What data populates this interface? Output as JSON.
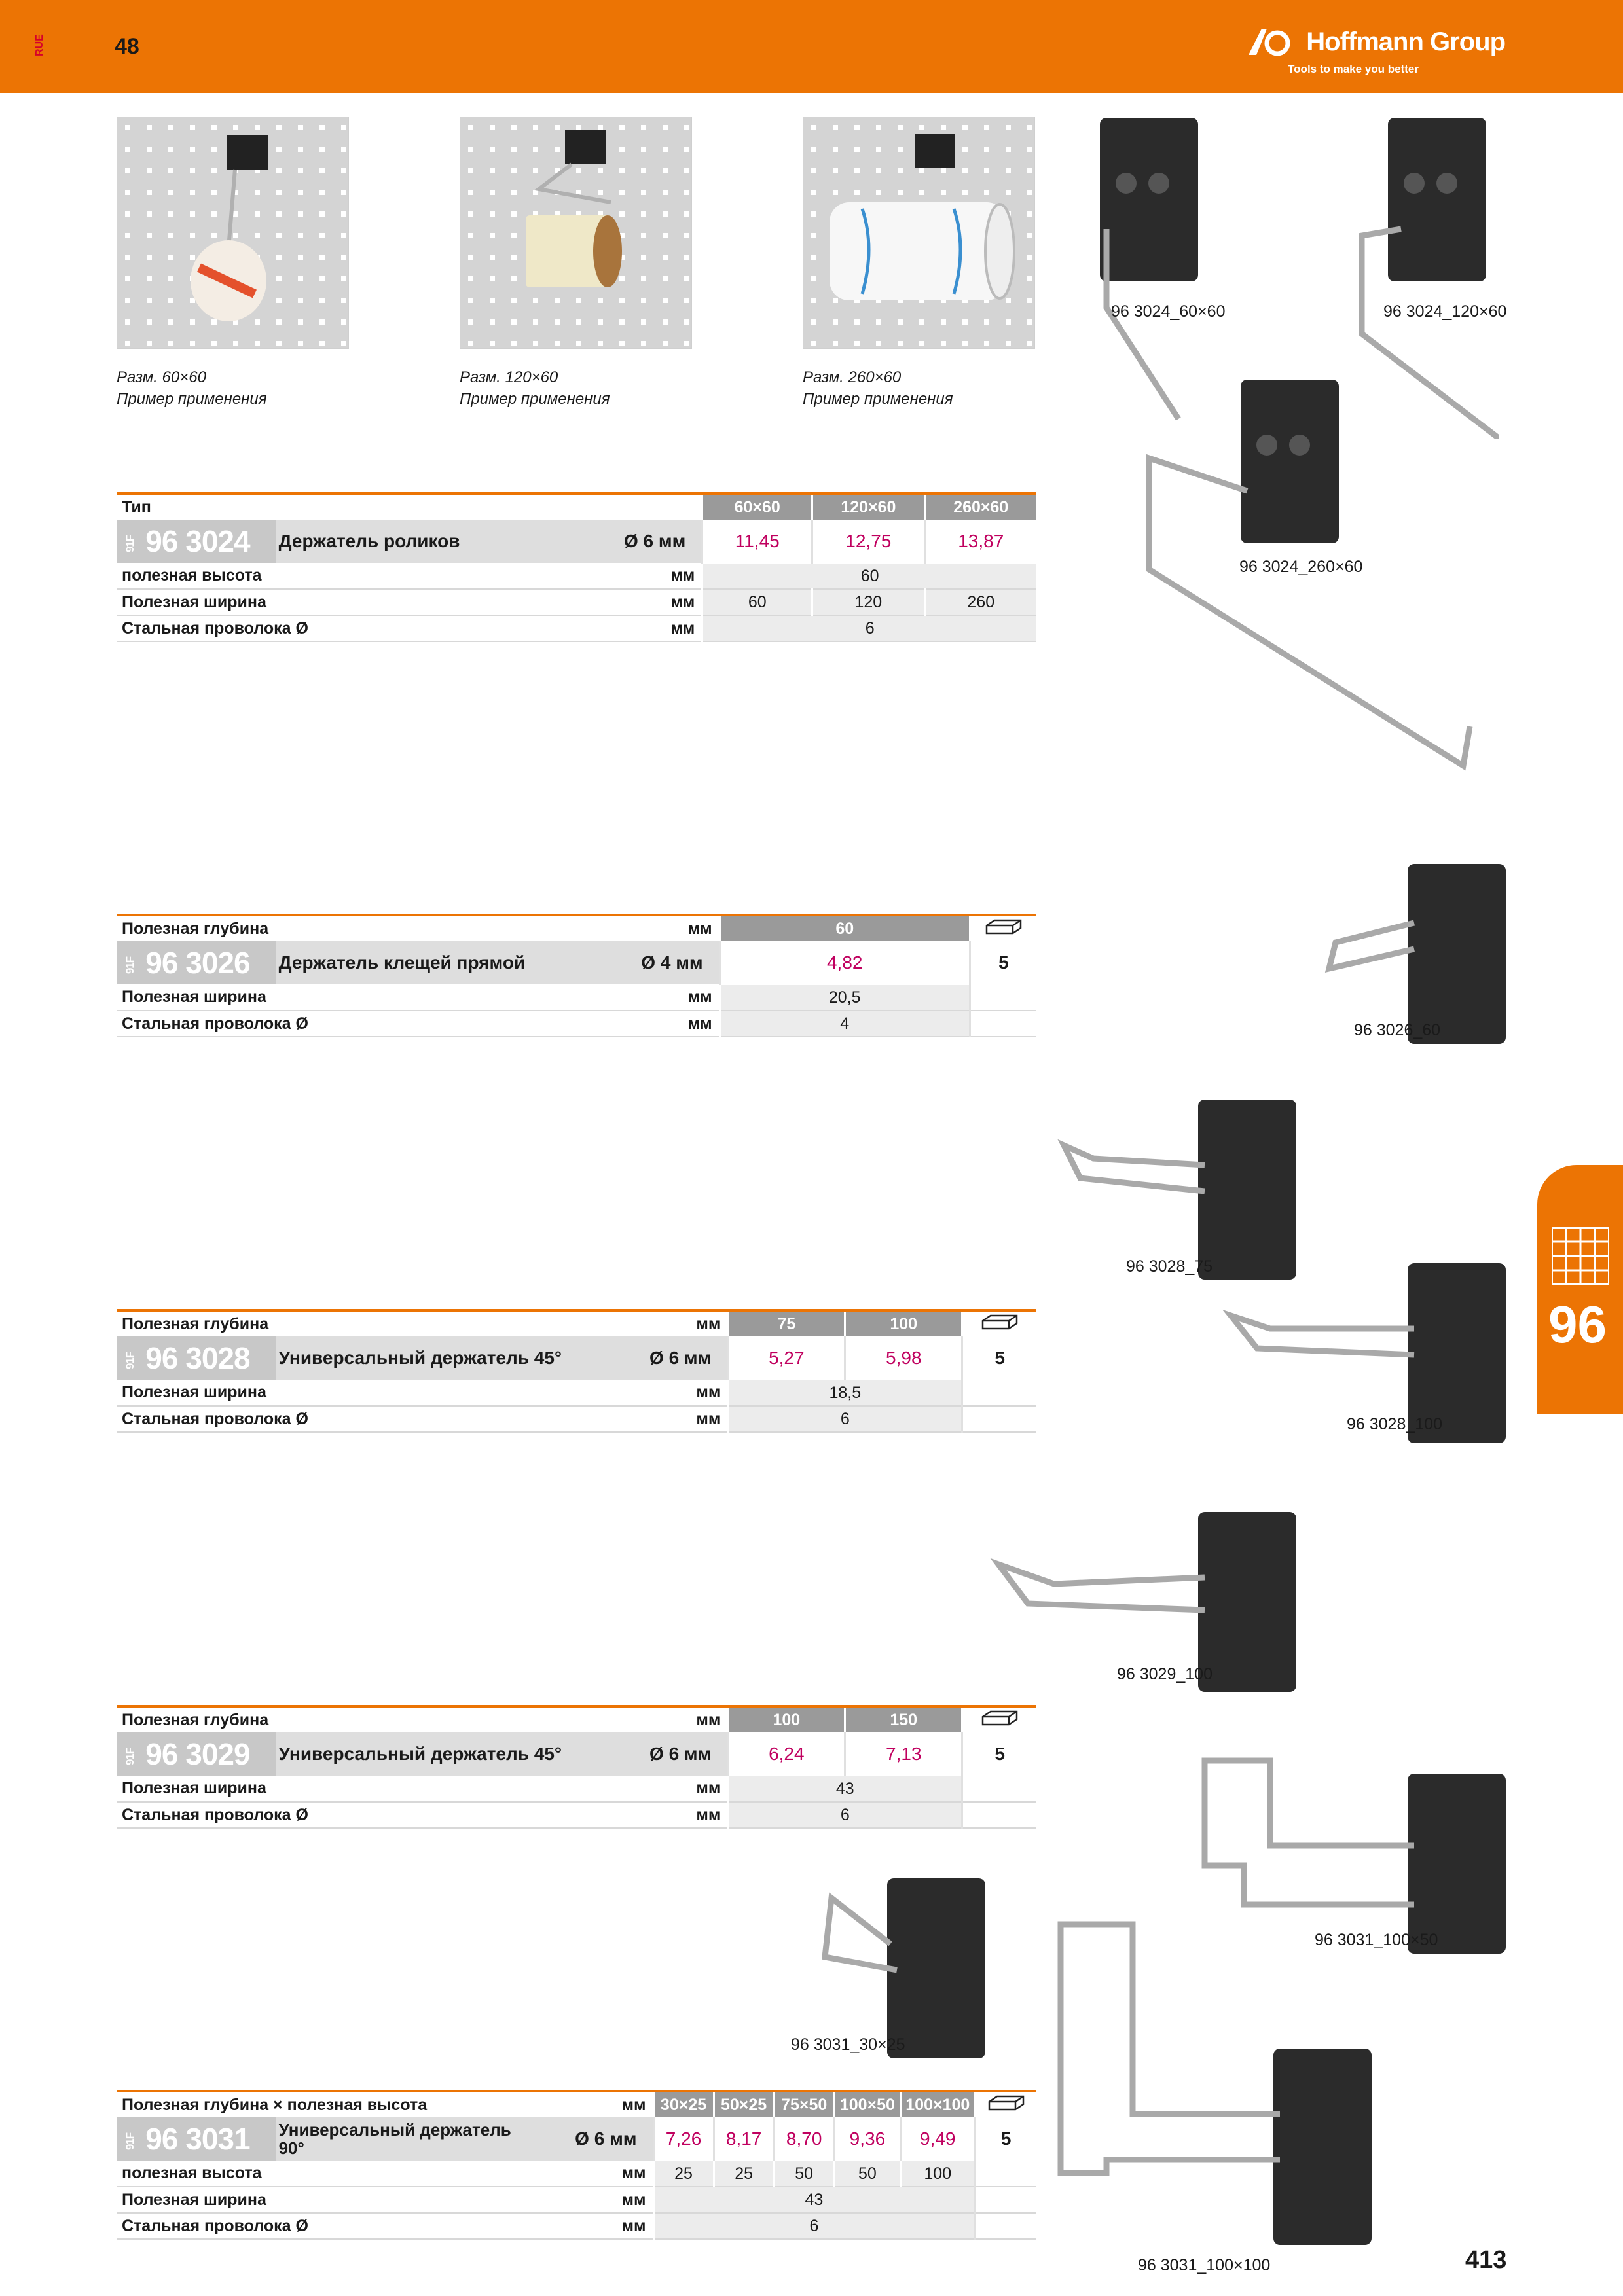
{
  "header": {
    "page_number": "48",
    "lang_code": "RUE",
    "brand": "Hoffmann Group",
    "tagline": "Tools to make you better"
  },
  "footer": {
    "page_number": "413"
  },
  "side_tab": {
    "number": "96"
  },
  "photos": [
    {
      "caption1": "Разм. 60×60",
      "caption2": "Пример применения"
    },
    {
      "caption1": "Разм. 120×60",
      "caption2": "Пример применения"
    },
    {
      "caption1": "Разм. 260×60",
      "caption2": "Пример применения"
    }
  ],
  "product_labels": {
    "p3024_60": "96 3024_60×60",
    "p3024_120": "96 3024_120×60",
    "p3024_260": "96 3024_260×60",
    "p3026_60": "96 3026_60",
    "p3028_75": "96 3028_75",
    "p3028_100": "96 3028_100",
    "p3029_100": "96 3029_100",
    "p3031_100x50": "96 3031_100×50",
    "p3031_30x25": "96 3031_30×25",
    "p3031_100x100": "96 3031_100×100"
  },
  "tables": {
    "t3024": {
      "header_label": "Тип",
      "columns": [
        "60×60",
        "120×60",
        "260×60"
      ],
      "prefix": "91F",
      "code": "96 3024",
      "description": "Держатель роликов",
      "diameter": "Ø 6 мм",
      "prices": [
        "11,45",
        "12,75",
        "13,87"
      ],
      "rows": [
        {
          "label": "полезная высота",
          "unit": "мм",
          "value": "60"
        },
        {
          "label": "Полезная ширина",
          "unit": "мм",
          "values": [
            "60",
            "120",
            "260"
          ]
        },
        {
          "label": "Стальная проволока Ø",
          "unit": "мм",
          "value": "6"
        }
      ]
    },
    "t3026": {
      "header_label": "Полезная глубина",
      "unit": "мм",
      "columns": [
        "60"
      ],
      "prefix": "91F",
      "code": "96 3026",
      "description": "Держатель клещей прямой",
      "diameter": "Ø 4 мм",
      "prices": [
        "4,82"
      ],
      "pack": "5",
      "rows": [
        {
          "label": "Полезная ширина",
          "unit": "мм",
          "value": "20,5"
        },
        {
          "label": "Стальная проволока Ø",
          "unit": "мм",
          "value": "4"
        }
      ]
    },
    "t3028": {
      "header_label": "Полезная глубина",
      "unit": "мм",
      "columns": [
        "75",
        "100"
      ],
      "prefix": "91F",
      "code": "96 3028",
      "description": "Универсальный держатель 45°",
      "diameter": "Ø 6 мм",
      "prices": [
        "5,27",
        "5,98"
      ],
      "pack": "5",
      "rows": [
        {
          "label": "Полезная ширина",
          "unit": "мм",
          "value": "18,5"
        },
        {
          "label": "Стальная проволока Ø",
          "unit": "мм",
          "value": "6"
        }
      ]
    },
    "t3029": {
      "header_label": "Полезная глубина",
      "unit": "мм",
      "columns": [
        "100",
        "150"
      ],
      "prefix": "91F",
      "code": "96 3029",
      "description": "Универсальный держатель 45°",
      "diameter": "Ø 6 мм",
      "prices": [
        "6,24",
        "7,13"
      ],
      "pack": "5",
      "rows": [
        {
          "label": "Полезная ширина",
          "unit": "мм",
          "value": "43"
        },
        {
          "label": "Стальная проволока Ø",
          "unit": "мм",
          "value": "6"
        }
      ]
    },
    "t3031": {
      "header_label": "Полезная глубина × полезная высота",
      "unit": "мм",
      "columns": [
        "30×25",
        "50×25",
        "75×50",
        "100×50",
        "100×100"
      ],
      "prefix": "91F",
      "code": "96 3031",
      "description_line1": "Универсальный держатель",
      "description_line2": "90°",
      "diameter": "Ø 6 мм",
      "prices": [
        "7,26",
        "8,17",
        "8,70",
        "9,36",
        "9,49"
      ],
      "pack": "5",
      "rows": [
        {
          "label": "полезная высота",
          "unit": "мм",
          "values": [
            "25",
            "25",
            "50",
            "50",
            "100"
          ]
        },
        {
          "label": "Полезная ширина",
          "unit": "мм",
          "value": "43"
        },
        {
          "label": "Стальная проволока Ø",
          "unit": "мм",
          "value": "6"
        }
      ]
    }
  }
}
